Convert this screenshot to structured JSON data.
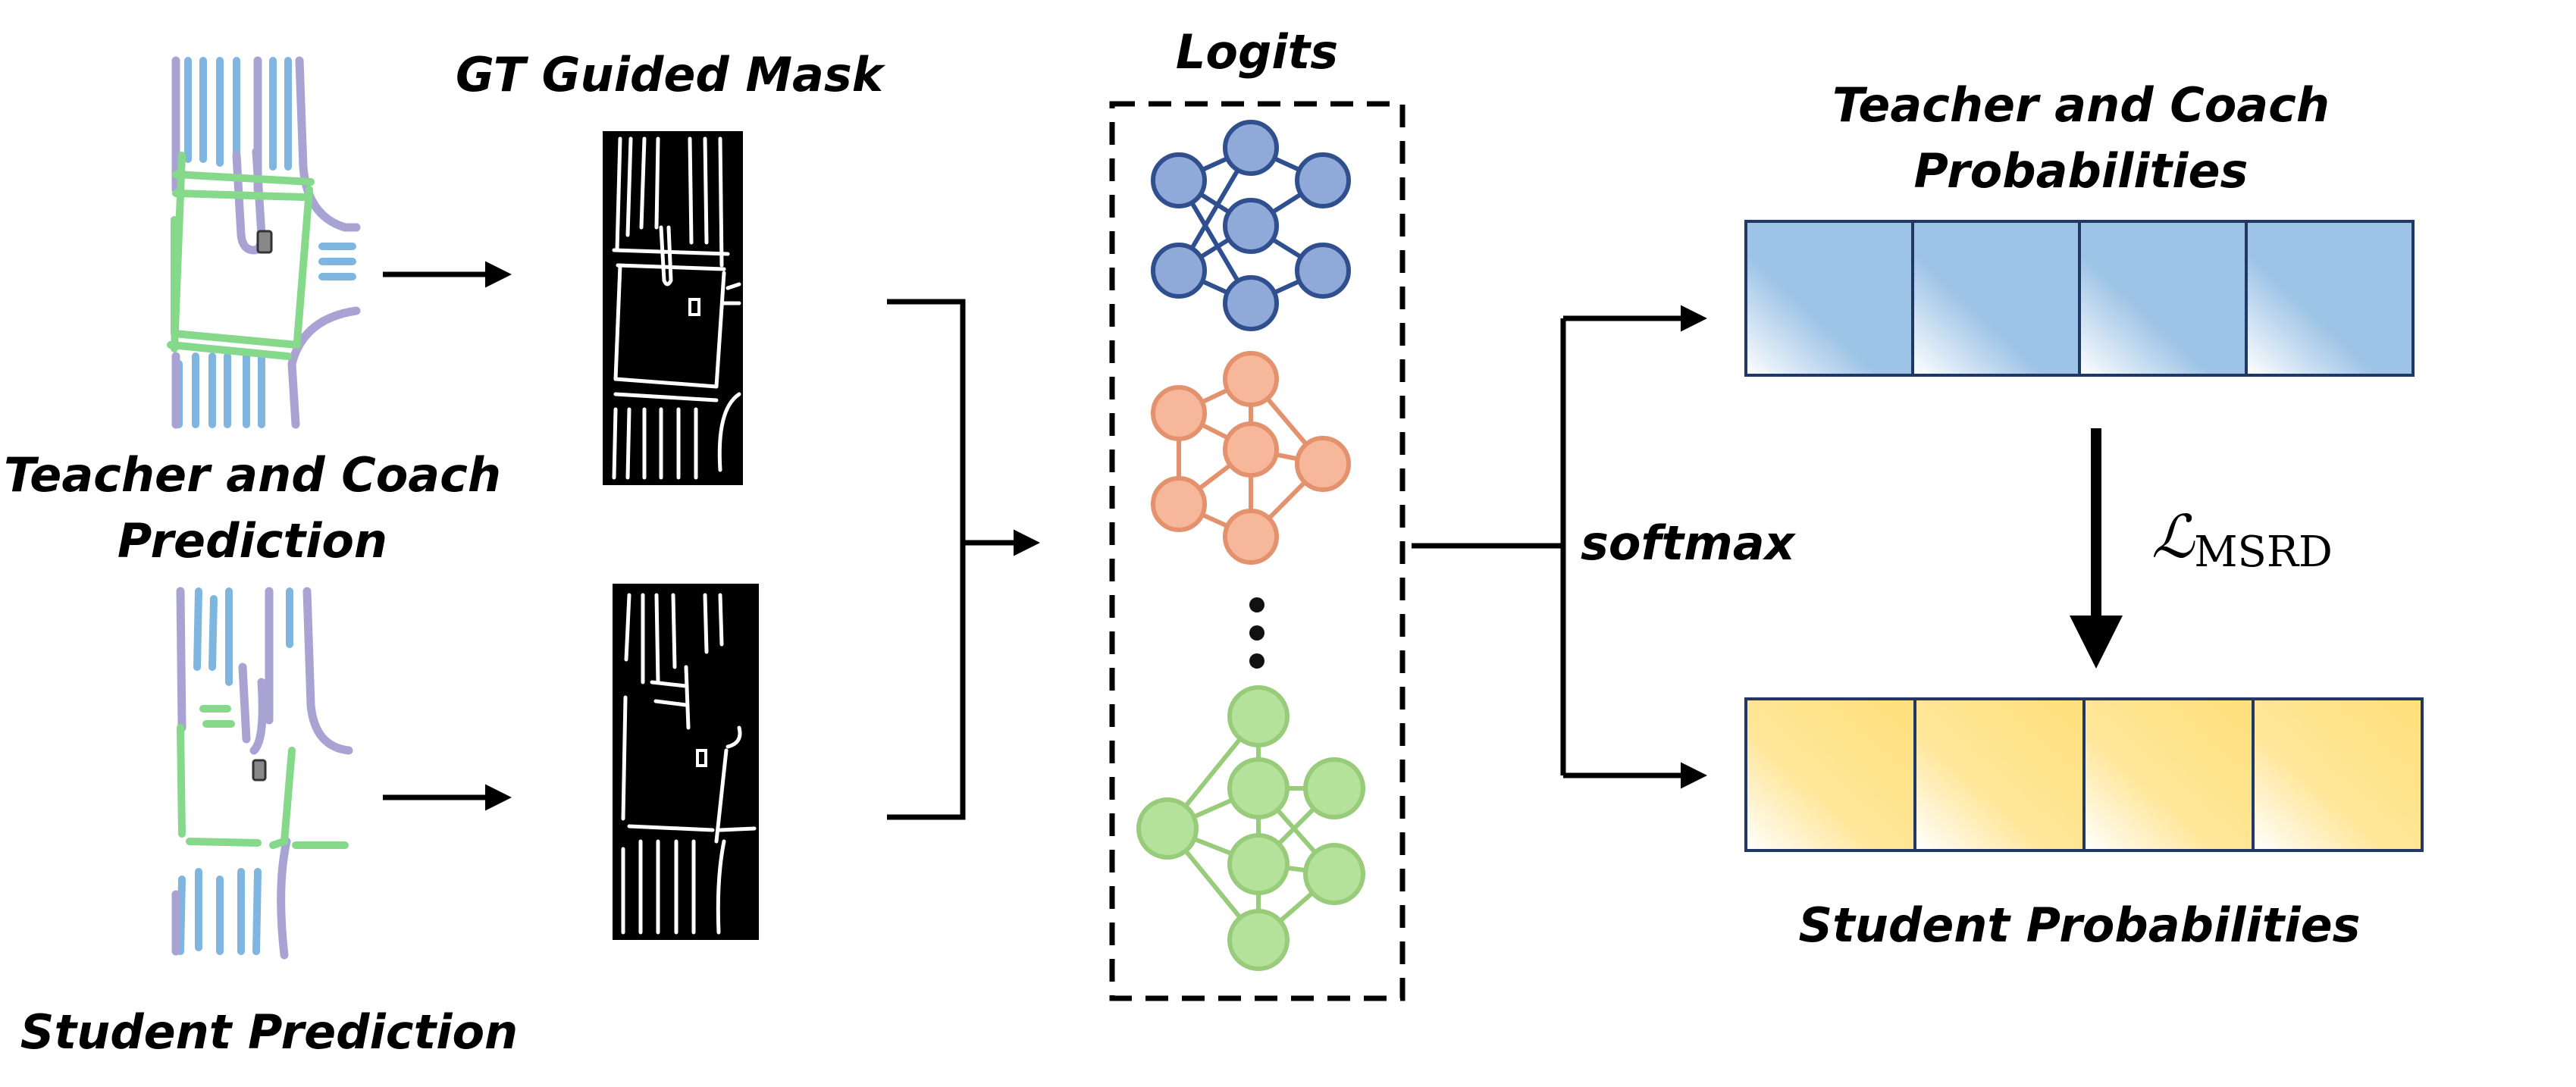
{
  "labels": {
    "teacher_coach_prediction_line1": "Teacher and Coach",
    "teacher_coach_prediction_line2": "Prediction",
    "student_prediction": "Student Prediction",
    "gt_guided_mask": "GT Guided Mask",
    "logits": "Logits",
    "softmax": "softmax",
    "teacher_coach_probabilities_line1": "Teacher and Coach",
    "teacher_coach_probabilities_line2": "Probabilities",
    "student_probabilities": "Student Probabilities",
    "loss_symbol": "ℒ",
    "loss_subscript": "MSRD"
  },
  "colors": {
    "map_lane_blue": "#7fb6e0",
    "map_boundary_purple": "#a9a3d4",
    "map_divider_green": "#86d88a",
    "network_blue_fill": "#8fa9d8",
    "network_blue_stroke": "#2f4f8f",
    "network_orange_fill": "#f6b79a",
    "network_orange_stroke": "#e4926e",
    "network_green_fill": "#b5e29a",
    "network_green_stroke": "#98cc7a",
    "teacher_prob_fill": "#9dc3e6",
    "student_prob_fill": "#ffe699",
    "box_stroke": "#1f3864"
  },
  "teacher_probability_cells": 4,
  "student_probability_cells": 4,
  "icons": [
    "hd-map-teacher",
    "hd-map-student",
    "mask-teacher",
    "mask-student",
    "neural-network-blue",
    "neural-network-orange",
    "neural-network-green",
    "ellipsis-dots",
    "arrow"
  ]
}
